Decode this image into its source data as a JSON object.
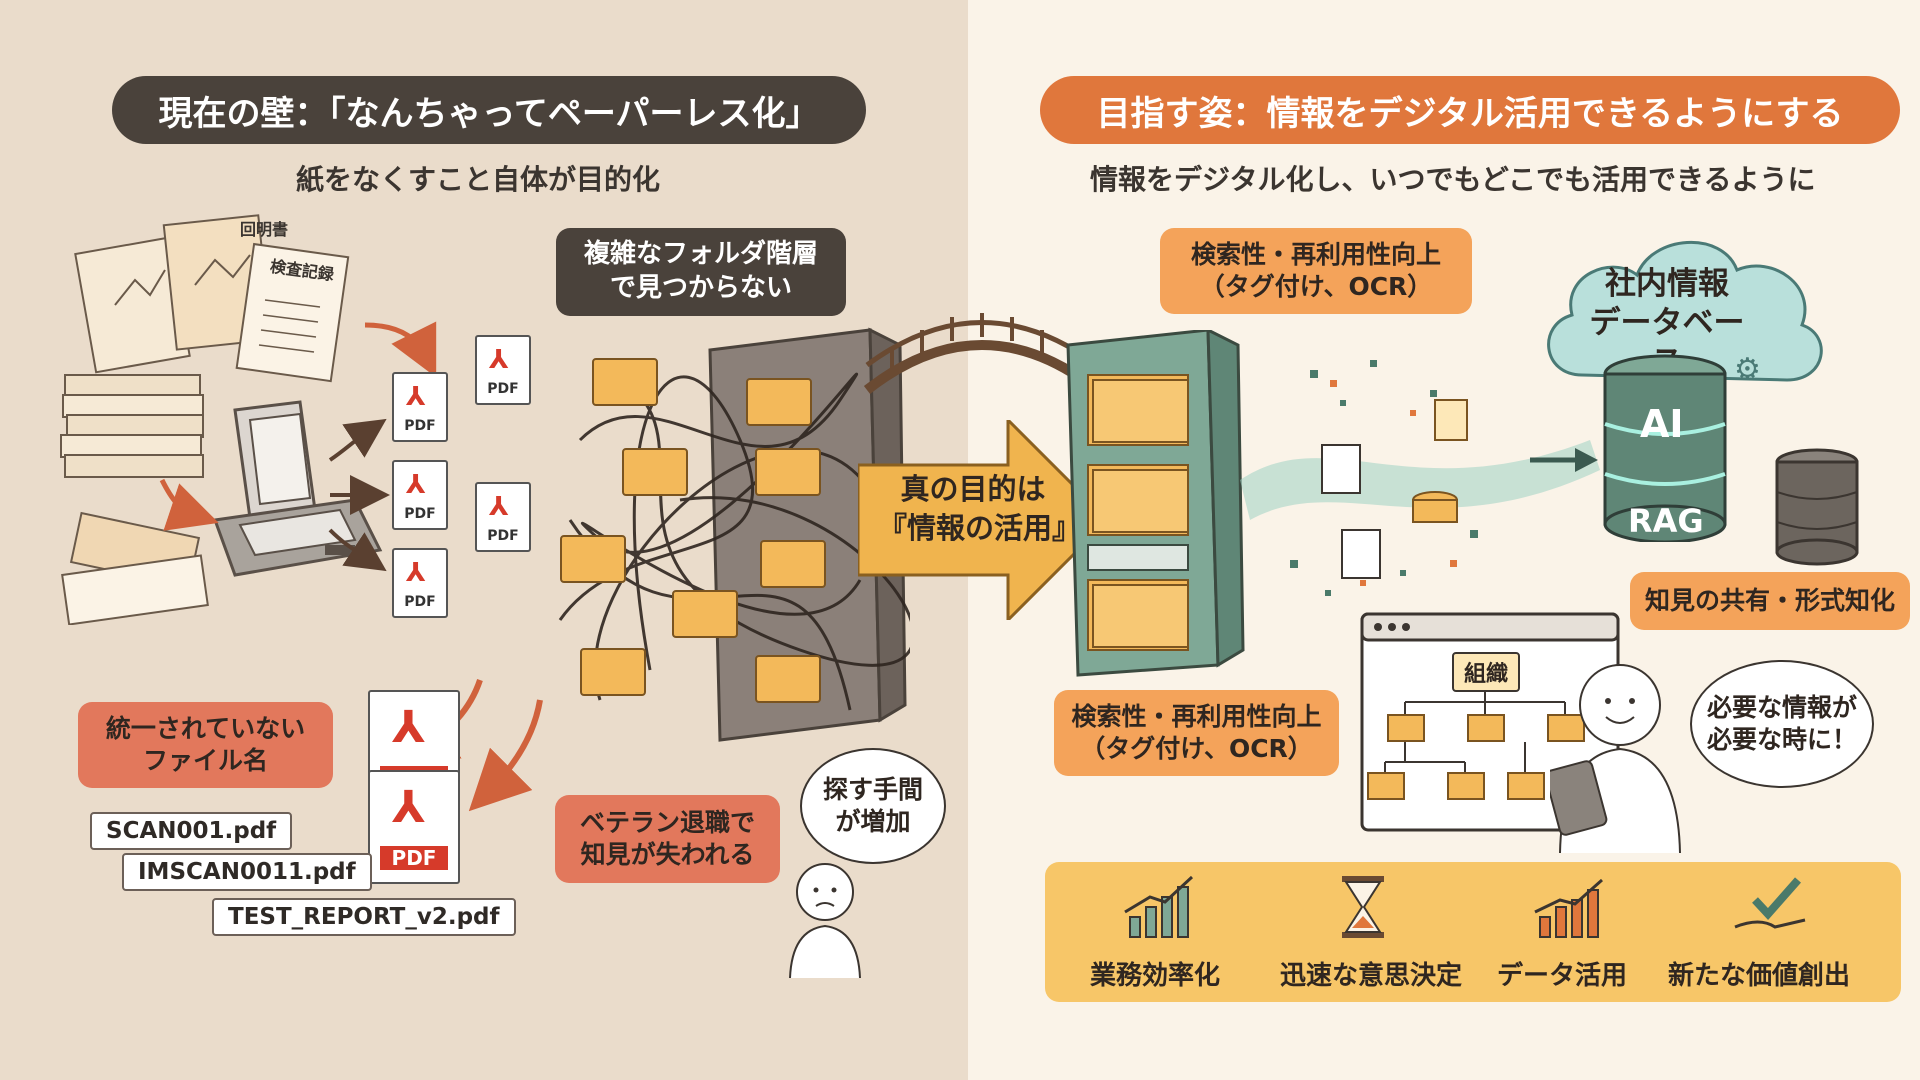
{
  "left": {
    "title": "現在の壁：「なんちゃってペーパーレス化」",
    "subtitle": "紙をなくすこと自体が目的化",
    "doc_labels": [
      "回明書",
      "検査記録"
    ],
    "folder_bubble": [
      "複雑なフォルダ階層",
      "で見つからない"
    ],
    "filename_bubble": [
      "統一されていない",
      "ファイル名"
    ],
    "filenames": [
      "SCAN001.pdf",
      "IMSCAN0011.pdf",
      "TEST_REPORT_v2.pdf"
    ],
    "veteran_bubble": [
      "ベテラン退職で",
      "知見が失われる"
    ],
    "search_bubble": [
      "探す手間",
      "が増加"
    ],
    "pdf_label": "PDF"
  },
  "center": {
    "arrow_text": [
      "真の目的は",
      "『情報の活用』"
    ]
  },
  "right": {
    "title": "目指す姿：情報をデジタル活用できるようにする",
    "subtitle": "情報をデジタル化し、いつでもどこでも活用できるように",
    "search_top": [
      "検索性・再利用性向上",
      "（タグ付け、OCR）"
    ],
    "search_bottom": [
      "検索性・再利用性向上",
      "（タグ付け、OCR）"
    ],
    "cloud": [
      "社内情報",
      "データベース"
    ],
    "db_labels": [
      "AI",
      "RAG"
    ],
    "knowledge": "知見の共有・形式知化",
    "org_label": "組織",
    "need_bubble": [
      "必要な情報が",
      "必要な時に！"
    ],
    "benefits": [
      "業務効率化",
      "迅速な意思決定",
      "データ活用",
      "新たな価値創出"
    ]
  },
  "colors": {
    "left_bg": "#eadccb",
    "right_bg": "#faf3e8",
    "dark_pill": "#4a423b",
    "orange_pill": "#e0773c",
    "accent_orange": "#f4a35a",
    "accent_red": "#e2785c",
    "benefit_bar": "#f7c668"
  }
}
